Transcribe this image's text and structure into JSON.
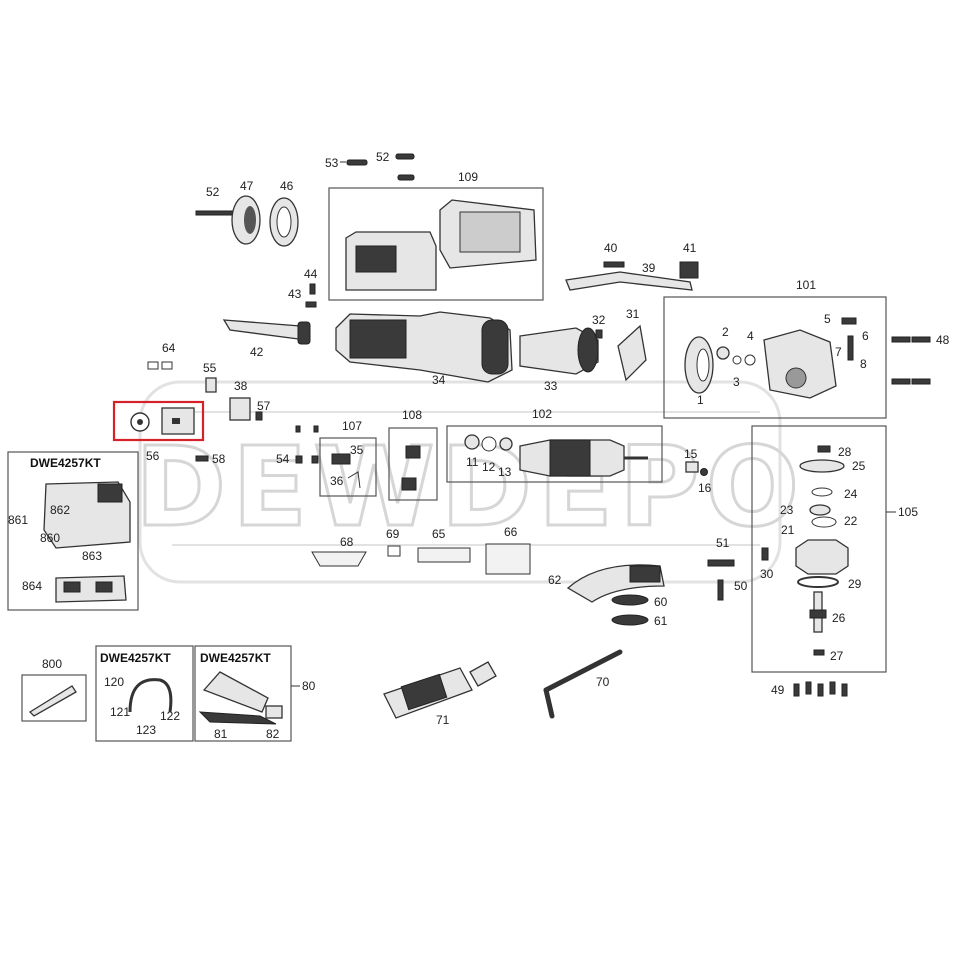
{
  "watermark": "DEWDEPO",
  "kit_label": "DWE4257KT",
  "callouts": {
    "p53": "53",
    "p52a": "52",
    "p109": "109",
    "p52b": "52",
    "p47": "47",
    "p46": "46",
    "p40": "40",
    "p41": "41",
    "p39": "39",
    "p101": "101",
    "p44": "44",
    "p43": "43",
    "p42": "42",
    "p34": "34",
    "p32": "32",
    "p31": "31",
    "p33": "33",
    "p5": "5",
    "p6": "6",
    "p48": "48",
    "p2": "2",
    "p4": "4",
    "p7": "7",
    "p8": "8",
    "p3": "3",
    "p1": "1",
    "p64": "64",
    "p55": "55",
    "p38": "38",
    "p57": "57",
    "p56": "56",
    "p107": "107",
    "p108": "108",
    "p102": "102",
    "p35": "35",
    "p54": "54",
    "p36": "36",
    "p58": "58",
    "p11": "11",
    "p12": "12",
    "p13": "13",
    "p15": "15",
    "p16": "16",
    "p28": "28",
    "p25": "25",
    "p24": "24",
    "p23": "23",
    "p22": "22",
    "p21": "21",
    "p105": "105",
    "p861": "861",
    "p862": "862",
    "p860": "860",
    "p863": "863",
    "p864": "864",
    "p69": "69",
    "p65": "65",
    "p66": "66",
    "p68": "68",
    "p51": "51",
    "p30": "30",
    "p29": "29",
    "p62": "62",
    "p50": "50",
    "p60": "60",
    "p61": "61",
    "p26": "26",
    "p27": "27",
    "p800": "800",
    "p120": "120",
    "p121": "121",
    "p122": "122",
    "p123": "123",
    "p80": "80",
    "p81": "81",
    "p82": "82",
    "p70": "70",
    "p71": "71",
    "p49": "49"
  }
}
